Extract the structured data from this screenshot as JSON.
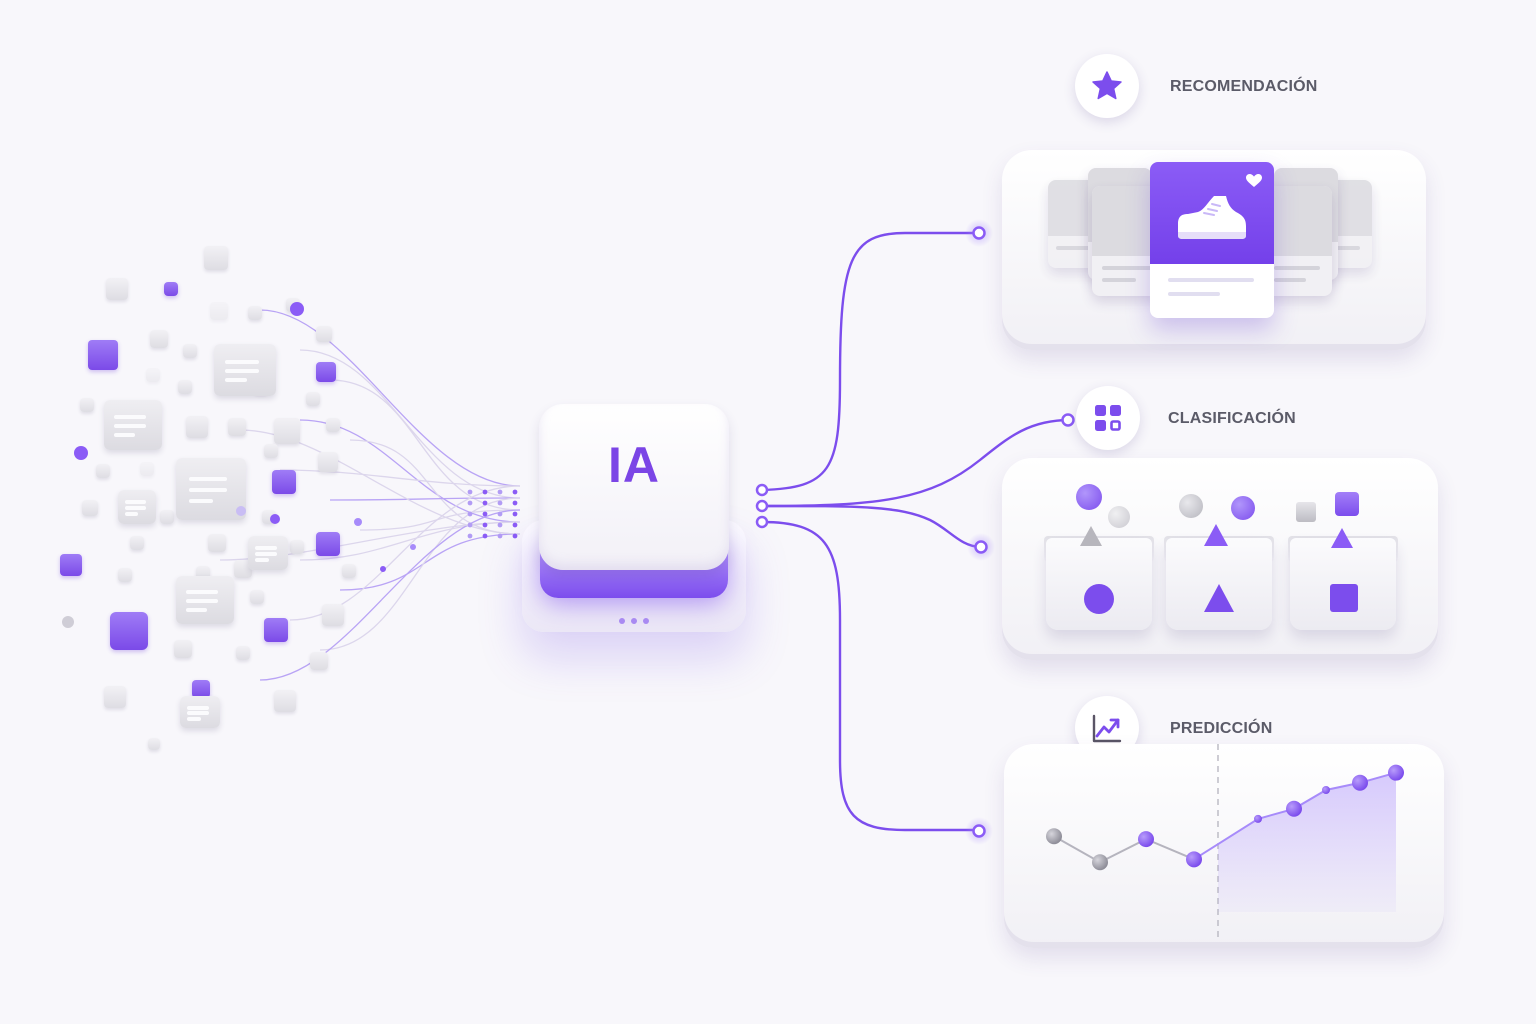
{
  "hub": {
    "label": "IA"
  },
  "sections": {
    "recommendation": {
      "label": "RECOMENDACIÓN",
      "icon": "star-icon"
    },
    "classification": {
      "label": "CLASIFICACIÓN",
      "icon": "grid-icon"
    },
    "prediction": {
      "label": "PREDICCIÓN",
      "icon": "trend-chart-icon"
    }
  },
  "prediction_chart": {
    "history": [
      0.4,
      0.22,
      0.38,
      0.24
    ],
    "forecast": [
      0.24,
      0.52,
      0.59,
      0.72,
      0.77,
      0.84
    ],
    "history_color": "#9b9aa6",
    "forecast_color": "#8b5cf6"
  },
  "colors": {
    "accent": "#7c4ded",
    "accent_light": "#a78bfa",
    "tile": "#e3e2e8",
    "background": "#f8f7fb"
  }
}
